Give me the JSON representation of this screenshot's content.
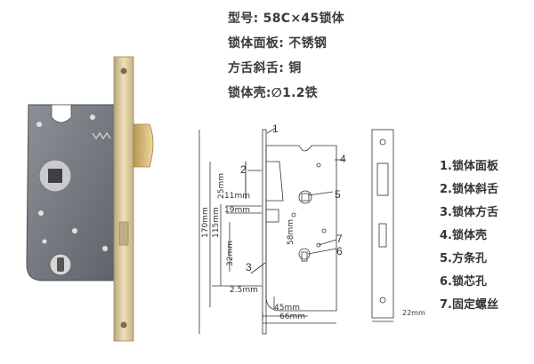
{
  "specs": {
    "model": "型号: 58C×45锁体",
    "panel": "锁体面板: 不锈钢",
    "latch": "方舌斜舌: 铜",
    "case": "锁体壳:∅1.2铁"
  },
  "legend": [
    "1.锁体面板",
    "2.锁体斜舌",
    "3.锁体方舌",
    "4.锁体壳",
    "5.方条孔",
    "6.锁芯孔",
    "7.固定螺丝"
  ],
  "callouts": [
    "1",
    "2",
    "3",
    "4",
    "5",
    "6",
    "7"
  ],
  "dimensions": {
    "d25": "25mm",
    "d11": "11mm",
    "d19": "19mm",
    "d32": "32mm",
    "d58": "58mm",
    "d170": "170mm",
    "d115": "115mm",
    "d2_5": "2.5mm",
    "d45": "45mm",
    "d66": "66mm",
    "d22": "22mm"
  },
  "colors": {
    "lock_body": "#6f757c",
    "faceplate": "#d8c79a",
    "latch": "#d6b873",
    "drawing_line": "#333333"
  }
}
